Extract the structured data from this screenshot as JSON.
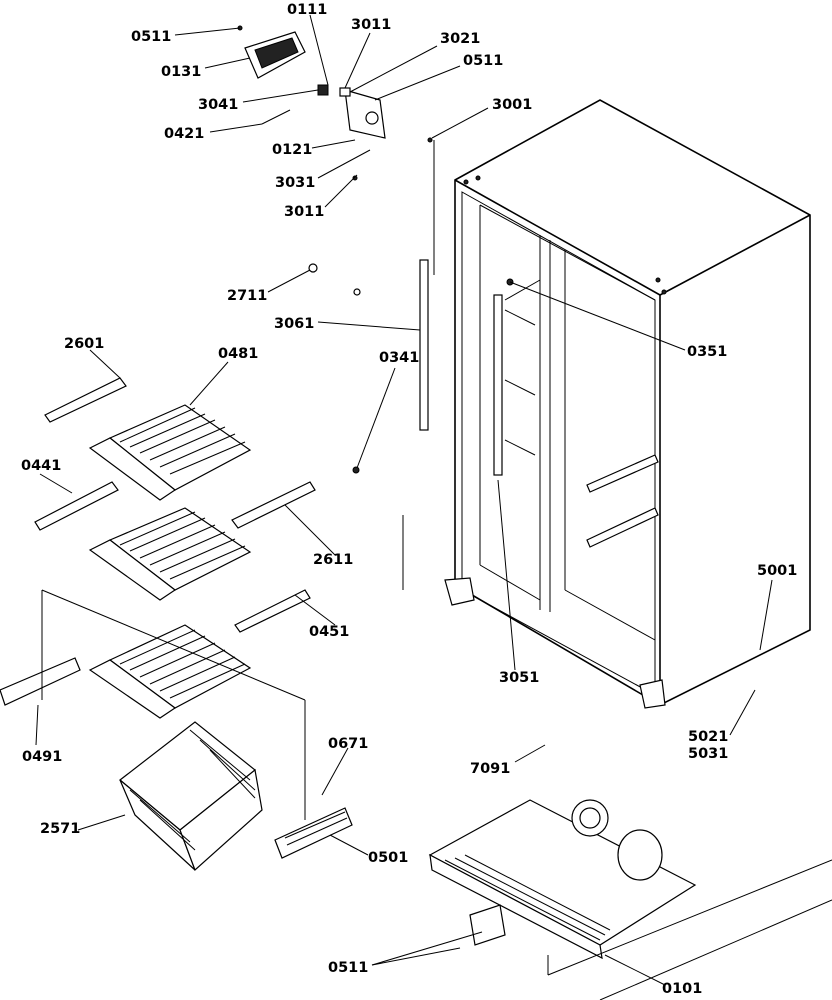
{
  "labels": {
    "p0111": "0111",
    "p0511_top": "0511",
    "p3011_top": "3011",
    "p3021": "3021",
    "p0511_mid": "0511",
    "p0131": "0131",
    "p3041": "3041",
    "p3001": "3001",
    "p0421": "0421",
    "p0121": "0121",
    "p3031": "3031",
    "p3011_low": "3011",
    "p2711": "2711",
    "p3061": "3061",
    "p0351": "0351",
    "p0341": "0341",
    "p2601": "2601",
    "p0481": "0481",
    "p0441": "0441",
    "p2611": "2611",
    "p0451": "0451",
    "p3051": "3051",
    "p5001": "5001",
    "p0491": "0491",
    "p0671": "0671",
    "p5021": "5021",
    "p5031": "5031",
    "p7091": "7091",
    "p2571": "2571",
    "p0501": "0501",
    "p0511_bot": "0511",
    "p0101": "0101"
  }
}
